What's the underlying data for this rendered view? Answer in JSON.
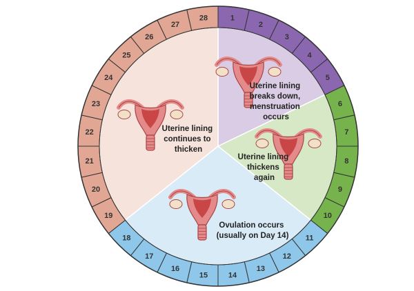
{
  "colors": {
    "menstruation_ring": "#8b67b0",
    "menstruation_sector": "#d9cce4",
    "post_menses_ring": "#76b34c",
    "post_menses_sector": "#d6e8c6",
    "ovulation_ring": "#8ec7ea",
    "ovulation_sector": "#d9ebf7",
    "luteal_ring": "#e2a794",
    "luteal_sector": "#f6e3dc",
    "outline": "#333333",
    "uterus_fill": "#e58a8a",
    "uterus_stroke": "#a94545",
    "lining": "#c43a3a",
    "ovary": "#f2e0c9"
  },
  "days": [
    {
      "label": "1",
      "phase": "menstruation"
    },
    {
      "label": "2",
      "phase": "menstruation"
    },
    {
      "label": "3",
      "phase": "menstruation"
    },
    {
      "label": "4",
      "phase": "menstruation"
    },
    {
      "label": "5",
      "phase": "menstruation"
    },
    {
      "label": "6",
      "phase": "post_menses"
    },
    {
      "label": "7",
      "phase": "post_menses"
    },
    {
      "label": "8",
      "phase": "post_menses"
    },
    {
      "label": "9",
      "phase": "post_menses"
    },
    {
      "label": "10",
      "phase": "post_menses"
    },
    {
      "label": "11",
      "phase": "ovulation"
    },
    {
      "label": "12",
      "phase": "ovulation"
    },
    {
      "label": "13",
      "phase": "ovulation"
    },
    {
      "label": "14",
      "phase": "ovulation"
    },
    {
      "label": "15",
      "phase": "ovulation"
    },
    {
      "label": "16",
      "phase": "ovulation"
    },
    {
      "label": "17",
      "phase": "ovulation"
    },
    {
      "label": "18",
      "phase": "ovulation"
    },
    {
      "label": "19",
      "phase": "luteal"
    },
    {
      "label": "20",
      "phase": "luteal"
    },
    {
      "label": "21",
      "phase": "luteal"
    },
    {
      "label": "22",
      "phase": "luteal"
    },
    {
      "label": "23",
      "phase": "luteal"
    },
    {
      "label": "24",
      "phase": "luteal"
    },
    {
      "label": "25",
      "phase": "luteal"
    },
    {
      "label": "26",
      "phase": "luteal"
    },
    {
      "label": "27",
      "phase": "luteal"
    },
    {
      "label": "28",
      "phase": "luteal"
    }
  ],
  "phases": {
    "menstruation": {
      "lines": [
        "Uterine lining",
        "breaks down,",
        "menstruation",
        "occurs"
      ]
    },
    "post_menses": {
      "lines": [
        "Uterine lining",
        "thickens",
        "again"
      ]
    },
    "ovulation": {
      "lines": [
        "Ovulation occurs",
        "(usually on Day 14)"
      ]
    },
    "luteal": {
      "lines": [
        "Uterine lining",
        "continues to",
        "thicken"
      ]
    }
  },
  "icons": {
    "uterus": "uterus-icon"
  }
}
